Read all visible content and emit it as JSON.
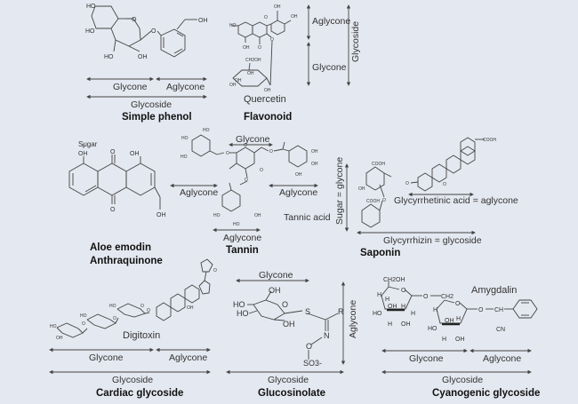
{
  "panels": {
    "simple_phenol": {
      "title": "Simple phenol",
      "glycone": "Glycone",
      "aglycone": "Aglycone",
      "glycoside": "Glycoside",
      "atoms": [
        "HO",
        "HO",
        "HO",
        "OH",
        "O",
        "O",
        "OH"
      ]
    },
    "flavonoid": {
      "title": "Flavonoid",
      "compound": "Quercetin",
      "aglycone": "Aglycone",
      "glycone": "Glycone",
      "glycoside": "Glycoside",
      "atoms": [
        "HO",
        "OH",
        "OH",
        "OH",
        "O",
        "O",
        "O",
        "CH2OH",
        "OH",
        "OH",
        "OH",
        "OH"
      ]
    },
    "anthraquinone": {
      "title_line1": "Aloe emodin",
      "title_line2": "Anthraquinone",
      "sugar": "Sugar",
      "atoms": [
        "OH",
        "O",
        "OH",
        "O",
        "OH"
      ]
    },
    "tannin": {
      "title": "Tannin",
      "compound": "Tannic acid",
      "glycone": "Glycone",
      "aglycone_left": "Aglycone",
      "aglycone_right": "Aglycone",
      "aglycone_bottom": "Aglycone",
      "atoms": [
        "HO",
        "HO",
        "HO",
        "O",
        "O",
        "O",
        "O",
        "OH",
        "OH",
        "OH",
        "HO",
        "OH",
        "HO",
        "O"
      ]
    },
    "saponin": {
      "title": "Saponin",
      "sugar_label": "Sugar = glycone",
      "aglycone_label": "Glycyrrhetinic acid = aglycone",
      "glycoside_label": "Glycyrrhizin = glycoside",
      "atoms": [
        "COOH",
        "COOH",
        "COOH",
        "OH",
        "O",
        "O",
        "O"
      ]
    },
    "cardiac": {
      "title": "Cardiac glycoside",
      "compound": "Digitoxin",
      "glycone": "Glycone",
      "aglycone": "Aglycone",
      "glycoside": "Glycoside",
      "atoms": [
        "HO",
        "HO",
        "HO",
        "OH",
        "OH",
        "O",
        "O",
        "O",
        "O",
        "O"
      ]
    },
    "glucosinolate": {
      "title": "Glucosinolate",
      "glycone": "Glycone",
      "aglycone": "Aglycone",
      "glycoside": "Glycoside",
      "atoms": [
        "OH",
        "HO",
        "HO",
        "O",
        "OH",
        "S",
        "R",
        "N",
        "O",
        "SO3-"
      ]
    },
    "cyanogenic": {
      "title": "Cyanogenic glycoside",
      "compound": "Amygdalin",
      "glycone": "Glycone",
      "aglycone": "Aglycone",
      "glycoside": "Glycoside",
      "atoms": [
        "CH2OH",
        "O",
        "O",
        "CH2",
        "O",
        "O",
        "CH",
        "CN",
        "H",
        "H",
        "OH",
        "H",
        "HO",
        "H",
        "OH",
        "H",
        "H",
        "OH",
        "H",
        "HO",
        "H",
        "OH"
      ]
    }
  }
}
